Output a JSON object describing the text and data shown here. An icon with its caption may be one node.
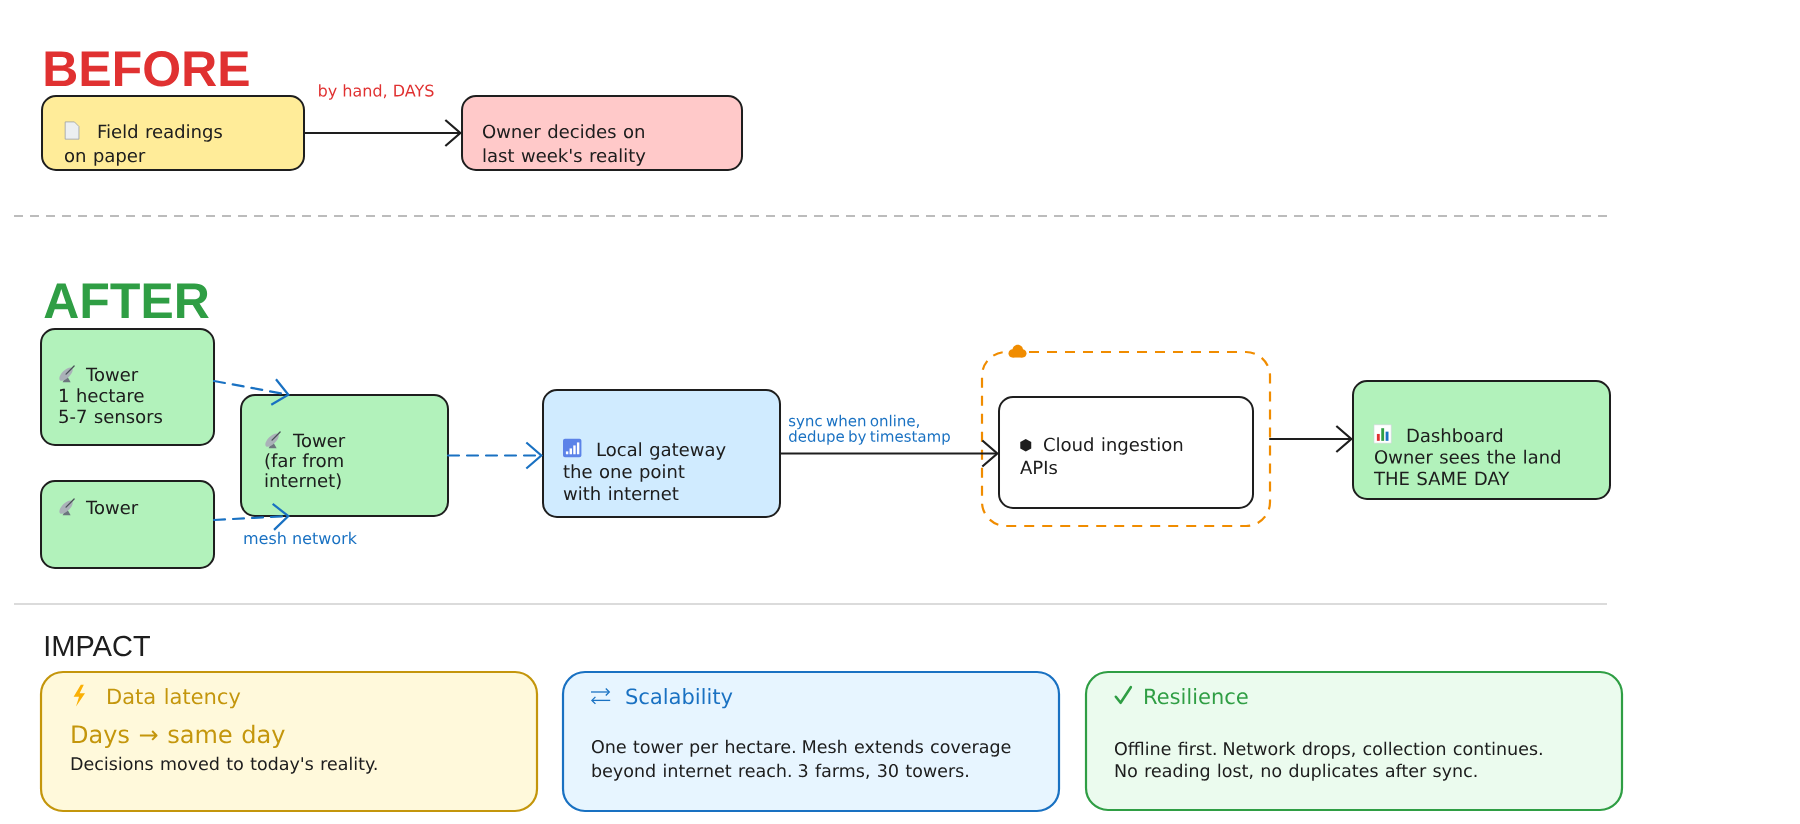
{
  "diagram": {
    "nodes": [
      {
        "text": [
          "Field readings on paper"
        ]
      },
      {
        "text": [
          "Owner decides on last week's reality"
        ]
      },
      {
        "text": [
          "Tower",
          "1 hectare 5-7 sensors"
        ]
      },
      {
        "text": [
          "Tower"
        ]
      },
      {
        "text": [
          "Tower",
          "(far from internet)"
        ]
      },
      {
        "text": [
          "Local gateway",
          "the one point with internet"
        ]
      },
      {
        "text": [],
        "shape": "box"
      },
      {
        "text": [
          "Cloud ingestion APIs"
        ],
        "in": 6
      },
      {
        "text": [
          "Dashboard",
          "Owner sees the land THE SAME DAY"
        ]
      },
      {
        "text": [
          "Data latency",
          "Days → same day",
          "Decisions moved to today's reality."
        ]
      },
      {
        "text": [
          "Scalability",
          "One tower per hectare. Mesh extends coverage beyond internet reach. 3 farms, 30 towers."
        ]
      },
      {
        "text": [
          "Resilience",
          "Offline first. Network drops, collection continues. No reading lost, no duplicates after sync."
        ]
      }
    ],
    "edges": [
      {
        "from": 0,
        "to": 1,
        "arrow": "to",
        "label": "by hand, DAYS"
      },
      {
        "from": 2,
        "to": 4,
        "arrow": "to",
        "style": "dashed",
        "color": "#1971c2"
      },
      {
        "from": 3,
        "to": 4,
        "arrow": "to",
        "style": "dashed",
        "color": "#1971c2",
        "label": "mesh network"
      },
      {
        "from": 4,
        "to": 5,
        "arrow": "to",
        "style": "dashed",
        "color": "#1971c2"
      },
      {
        "from": 5,
        "to": 7,
        "arrow": "to",
        "label": "sync when online, dedupe by timestamp"
      },
      {
        "from": 6,
        "to": 8,
        "arrow": "to"
      }
    ],
    "labels": [
      "BEFORE",
      "AFTER",
      "IMPACT"
    ]
  }
}
